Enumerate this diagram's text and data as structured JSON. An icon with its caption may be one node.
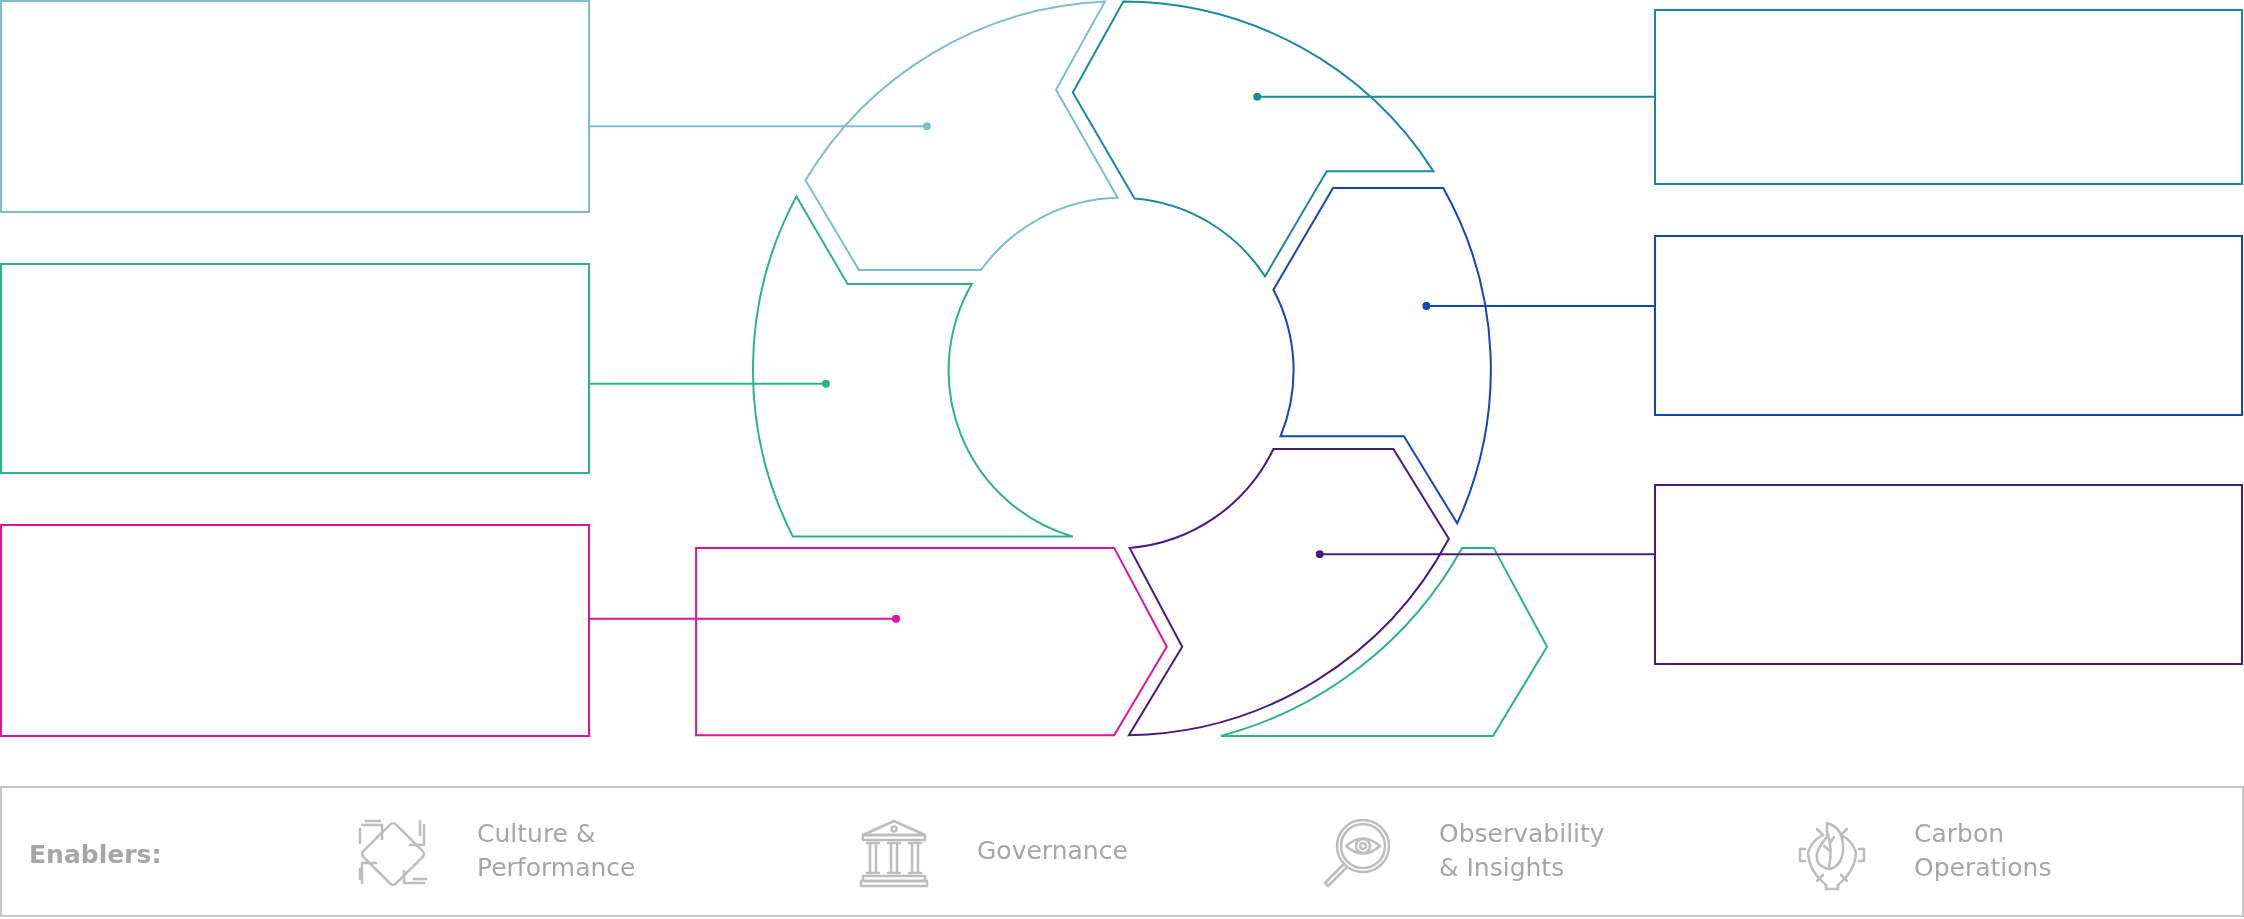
{
  "diagram": {
    "nodes": [
      {
        "text": [],
        "shape": "box"
      },
      {
        "text": [],
        "shape": "box"
      },
      {
        "text": [],
        "shape": "box"
      },
      {
        "text": [],
        "shape": "box"
      },
      {
        "text": [],
        "shape": "box"
      },
      {
        "text": [],
        "shape": "box"
      },
      {
        "text": [],
        "shape": "arrow"
      },
      {
        "text": [],
        "shape": "arrow"
      },
      {
        "text": [],
        "shape": "arrow"
      },
      {
        "text": [],
        "shape": "arrow"
      },
      {
        "text": [],
        "shape": "arrow"
      },
      {
        "text": [],
        "shape": "arrow"
      },
      {
        "text": [],
        "shape": "arrow"
      },
      {
        "text": [
          "Enablers:",
          "Culture & Performance",
          "Governance",
          "Observability & Insights",
          "Carbon Operations"
        ]
      }
    ],
    "edges": [
      {
        "from": 0,
        "to": 6,
        "arrow": "other",
        "color": "#7dbfc6"
      },
      {
        "from": 1,
        "to": 7,
        "arrow": "other",
        "color": "#1a8a9a"
      },
      {
        "from": 2,
        "to": 8,
        "arrow": "other",
        "color": "#2bb38a"
      },
      {
        "from": 3,
        "to": 9,
        "arrow": "other",
        "color": "#1446b8"
      },
      {
        "from": 4,
        "to": 10,
        "arrow": "other",
        "color": "#e0119f"
      },
      {
        "from": 5,
        "to": 11,
        "arrow": "other",
        "color": "#4a1a80"
      }
    ]
  }
}
